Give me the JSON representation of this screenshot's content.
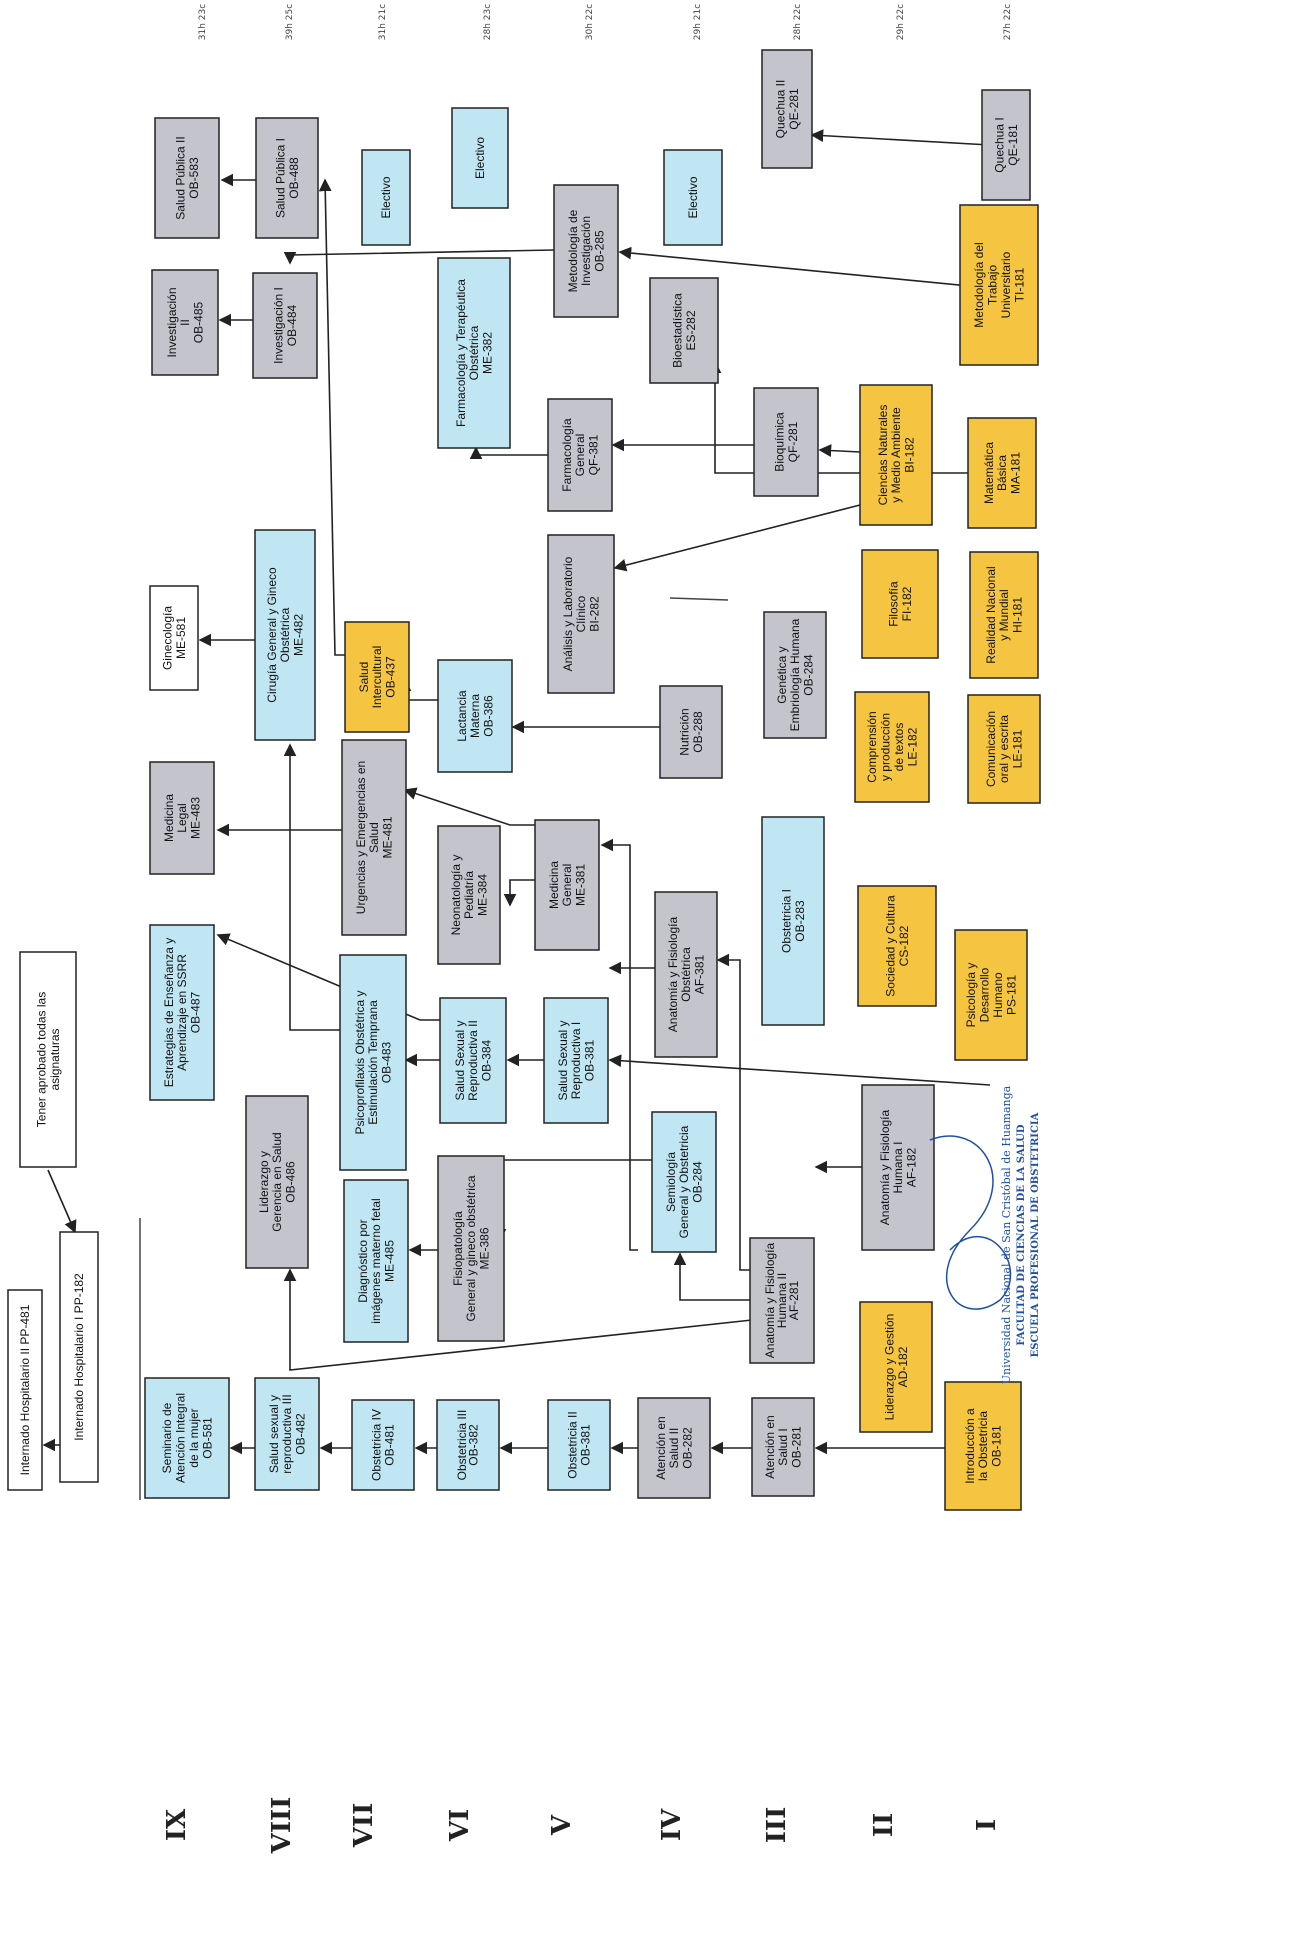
{
  "colors": {
    "gray": "#c4c4cc",
    "blue": "#bfe6f2",
    "yellow": "#f5c542",
    "white": "#ffffff",
    "stamp": "#1f4fa8"
  },
  "row_labels": [
    "IX",
    "VIII",
    "VII",
    "VI",
    "V",
    "IV",
    "III",
    "II",
    "I"
  ],
  "credits": [
    "31h 23c",
    "39h 25c",
    "31h 21c",
    "28h 23c",
    "30h 22c",
    "29h 21c",
    "28h 22c",
    "29h 22c",
    "27h 22c"
  ],
  "courses": [
    {
      "id": "c1",
      "color": "yellow",
      "lines": [
        "Introducción a",
        "la Obstetricia",
        "OB-181"
      ]
    },
    {
      "id": "c2",
      "color": "yellow",
      "lines": [
        "Liderazgo y Gestión",
        "AD-182"
      ]
    },
    {
      "id": "c3",
      "color": "gray",
      "lines": [
        "Anatomía y Fisiología",
        "Humana I",
        "AF-182"
      ]
    },
    {
      "id": "c4",
      "color": "yellow",
      "lines": [
        "Psicología y",
        "Desarrollo",
        "Humano",
        "PS-181"
      ]
    },
    {
      "id": "c5",
      "color": "yellow",
      "lines": [
        "Sociedad y Cultura",
        "CS-182"
      ]
    },
    {
      "id": "c6",
      "color": "yellow",
      "lines": [
        "Comunicación",
        "oral y escrita",
        "LE-181"
      ]
    },
    {
      "id": "c7",
      "color": "yellow",
      "lines": [
        "Comprensión",
        "y producción",
        "de textos",
        "LE-182"
      ]
    },
    {
      "id": "c8",
      "color": "yellow",
      "lines": [
        "Realidad Nacional",
        "y Mundial",
        "HI-181"
      ]
    },
    {
      "id": "c9",
      "color": "yellow",
      "lines": [
        "Filosofía",
        "FI-182"
      ]
    },
    {
      "id": "c10",
      "color": "yellow",
      "lines": [
        "Matemática",
        "Básica",
        "MA-181"
      ]
    },
    {
      "id": "c11",
      "color": "yellow",
      "lines": [
        "Ciencias Naturales",
        "y Medio Ambiente",
        "BI-182"
      ]
    },
    {
      "id": "c12",
      "color": "yellow",
      "lines": [
        "Metodología del",
        "Trabajo",
        "Universitario",
        "TI-181"
      ]
    },
    {
      "id": "c13",
      "color": "gray",
      "lines": [
        "Quechua I",
        "QE-181"
      ]
    },
    {
      "id": "c14",
      "color": "gray",
      "lines": [
        "Atención en",
        "Salud I",
        "OB-281"
      ]
    },
    {
      "id": "c15",
      "color": "gray",
      "lines": [
        "Anatomía y Fisiología",
        "Humana II",
        "AF-281"
      ]
    },
    {
      "id": "c16",
      "color": "gray",
      "lines": [
        "Anatomía y Fisiología",
        "Obstétrica",
        "AF-381"
      ]
    },
    {
      "id": "c17",
      "color": "blue",
      "lines": [
        "Obstetricia I",
        "OB-283"
      ]
    },
    {
      "id": "c18",
      "color": "gray",
      "lines": [
        "Genética y",
        "Embriología Humana",
        "OB-284"
      ]
    },
    {
      "id": "c19",
      "color": "gray",
      "lines": [
        "Bioquímica",
        "QF-281"
      ]
    },
    {
      "id": "c20",
      "color": "gray",
      "lines": [
        "Bioestadística",
        "ES-282"
      ]
    },
    {
      "id": "c21",
      "color": "blue",
      "lines": [
        "Electivo"
      ]
    },
    {
      "id": "c22",
      "color": "gray",
      "lines": [
        "Quechua II",
        "QE-281"
      ]
    },
    {
      "id": "c23",
      "color": "gray",
      "lines": [
        "Atención en",
        "Salud II",
        "OB-282"
      ]
    },
    {
      "id": "c24",
      "color": "blue",
      "lines": [
        "Semiología",
        "General y Obstetricia",
        "OB-284"
      ]
    },
    {
      "id": "c25",
      "color": "blue",
      "lines": [
        "Salud Sexual y",
        "Reproductiva I",
        "OB-381"
      ]
    },
    {
      "id": "c26",
      "color": "gray",
      "lines": [
        "Medicina",
        "General",
        "ME-381"
      ]
    },
    {
      "id": "c27",
      "color": "gray",
      "lines": [
        "Nutrición",
        "OB-288"
      ]
    },
    {
      "id": "c28",
      "color": "gray",
      "lines": [
        "Análisis y Laboratorio",
        "Clínico",
        "BI-282"
      ]
    },
    {
      "id": "c29",
      "color": "gray",
      "lines": [
        "Farmacología",
        "General",
        "QF-381"
      ]
    },
    {
      "id": "c30",
      "color": "gray",
      "lines": [
        "Metodología de",
        "Investigación",
        "OB-285"
      ]
    },
    {
      "id": "c31",
      "color": "blue",
      "lines": [
        "Obstetricia II",
        "OB-381"
      ]
    },
    {
      "id": "c32",
      "color": "gray",
      "lines": [
        "Fisiopatología",
        "General y gineco obstétrica",
        "ME-386"
      ]
    },
    {
      "id": "c33",
      "color": "blue",
      "lines": [
        "Salud Sexual y",
        "Reproductiva II",
        "OB-384"
      ]
    },
    {
      "id": "c34",
      "color": "gray",
      "lines": [
        "Neonatología y",
        "Pediatría",
        "ME-384"
      ]
    },
    {
      "id": "c35",
      "color": "blue",
      "lines": [
        "Lactancia",
        "Materna",
        "OB-386"
      ]
    },
    {
      "id": "c36",
      "color": "blue",
      "lines": [
        "Farmacología y Terapéutica",
        "Obstétrica",
        "ME-382"
      ]
    },
    {
      "id": "c37",
      "color": "blue",
      "lines": [
        "Electivo"
      ]
    },
    {
      "id": "c38",
      "color": "blue",
      "lines": [
        "Obstetricia III",
        "OB-382"
      ]
    },
    {
      "id": "c39",
      "color": "blue",
      "lines": [
        "Diagnóstico por",
        "imágenes materno fetal",
        "ME-485"
      ]
    },
    {
      "id": "c40",
      "color": "blue",
      "lines": [
        "Psicoprofilaxis Obstétrica y",
        "Estimulación Temprana",
        "OB-483"
      ]
    },
    {
      "id": "c41",
      "color": "gray",
      "lines": [
        "Urgencias y Emergencias en",
        "Salud",
        "ME-481"
      ]
    },
    {
      "id": "c42",
      "color": "yellow",
      "lines": [
        "Salud",
        "Intercultural",
        "OB-437"
      ]
    },
    {
      "id": "c43",
      "color": "blue",
      "lines": [
        "Electivo"
      ]
    },
    {
      "id": "c44",
      "color": "blue",
      "lines": [
        "Obstetricia IV",
        "OB-481"
      ]
    },
    {
      "id": "c45",
      "color": "gray",
      "lines": [
        "Liderazgo y",
        "Gerencia en Salud",
        "OB-486"
      ]
    },
    {
      "id": "c46",
      "color": "blue",
      "lines": [
        "Cirugía General y Gineco",
        "Obstétrica",
        "ME-482"
      ]
    },
    {
      "id": "c47",
      "color": "gray",
      "lines": [
        "Investigación I",
        "OB-484"
      ]
    },
    {
      "id": "c48",
      "color": "gray",
      "lines": [
        "Salud Pública I",
        "OB-488"
      ]
    },
    {
      "id": "c49",
      "color": "blue",
      "lines": [
        "Salud sexual y",
        "reproductiva III",
        "OB-482"
      ]
    },
    {
      "id": "c50",
      "color": "blue",
      "lines": [
        "Estrategias de Enseñanza y",
        "Aprendizaje en SSRR",
        "OB-487"
      ]
    },
    {
      "id": "c51",
      "color": "gray",
      "lines": [
        "Medicina",
        "Legal",
        "ME-483"
      ]
    },
    {
      "id": "c52",
      "color": "white",
      "lines": [
        "Ginecología",
        "ME-581"
      ]
    },
    {
      "id": "c53",
      "color": "gray",
      "lines": [
        "Investigación",
        "II",
        "OB-485"
      ]
    },
    {
      "id": "c54",
      "color": "gray",
      "lines": [
        "Salud Pública II",
        "OB-583"
      ]
    },
    {
      "id": "c55",
      "color": "blue",
      "lines": [
        "Seminario de",
        "Atención Integral",
        "de la mujer",
        "OB-581"
      ]
    },
    {
      "id": "c56",
      "color": "white",
      "lines": [
        "Internado Hospitalario II PP-481"
      ]
    },
    {
      "id": "c57",
      "color": "white",
      "lines": [
        "Internado Hospitalario I PP-182"
      ]
    },
    {
      "id": "c58",
      "color": "white",
      "lines": [
        "Tener aprobado todas las",
        "asignaturas"
      ]
    }
  ],
  "stamp": {
    "lines": [
      "Universidad Nacional de San Cristóbal de Huamanga",
      "FACULTAD DE CIENCIAS DE LA SALUD",
      "ESCUELA PROFESIONAL DE OBSTETRICIA"
    ]
  }
}
